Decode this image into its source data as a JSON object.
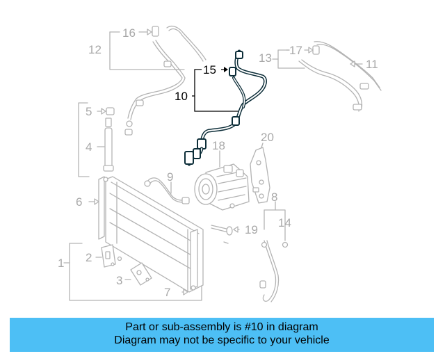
{
  "callouts": {
    "c1": "1",
    "c2": "2",
    "c3": "3",
    "c4": "4",
    "c5": "5",
    "c6": "6",
    "c7": "7",
    "c8": "8",
    "c9": "9",
    "c10": "10",
    "c11": "11",
    "c12": "12",
    "c13": "13",
    "c14": "14",
    "c15": "15",
    "c16": "16",
    "c17": "17",
    "c18": "18",
    "c19": "19",
    "c20": "20"
  },
  "highlighted_part": "10",
  "colors": {
    "banner": "#4dbff5",
    "highlight_line": "#0c2d38",
    "gray_line": "#b3b3b3"
  },
  "banner": {
    "line1": "Part or sub-assembly is #10 in diagram",
    "line2": "Diagram may not be specific to your vehicle"
  }
}
